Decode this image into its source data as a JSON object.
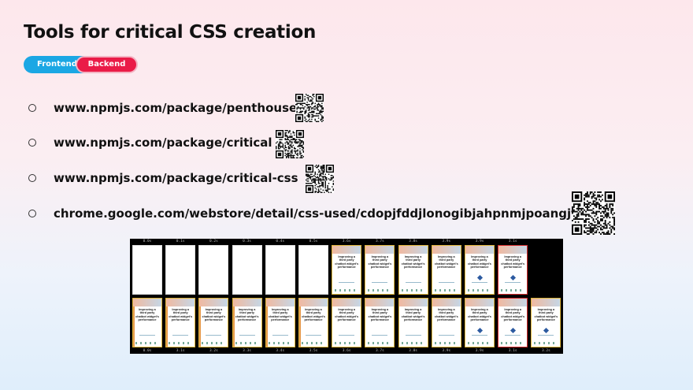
{
  "slide": {
    "title": "Tools for critical CSS creation",
    "tags": {
      "frontend": "Frontend",
      "backend": "Backend"
    },
    "links": [
      "www.npmjs.com/package/penthouse",
      "www.npmjs.com/package/critical",
      "www.npmjs.com/package/critical-css",
      "chrome.google.com/webstore/detail/css-used/cdopjfddjlonogibjahpnmjpoangjfff"
    ]
  },
  "filmstrip": {
    "frame_caption": "Improving a third party chatbot widget's performance",
    "top_times": [
      "0.0s",
      "0.1s",
      "0.2s",
      "0.3s",
      "0.4s",
      "0.5s",
      "3.6s",
      "3.7s",
      "3.8s",
      "3.9s",
      "3.9s",
      "3.1s"
    ],
    "bottom_times": [
      "0.0s",
      "3.1s",
      "3.2s",
      "3.3s",
      "3.4s",
      "3.5s",
      "3.6s",
      "3.7s",
      "3.8s",
      "3.9s",
      "3.9s",
      "3.1s",
      "3.2s"
    ]
  },
  "colors": {
    "frontend": "#1ba7e4",
    "backend": "#ea1b47",
    "title": "#111111"
  }
}
